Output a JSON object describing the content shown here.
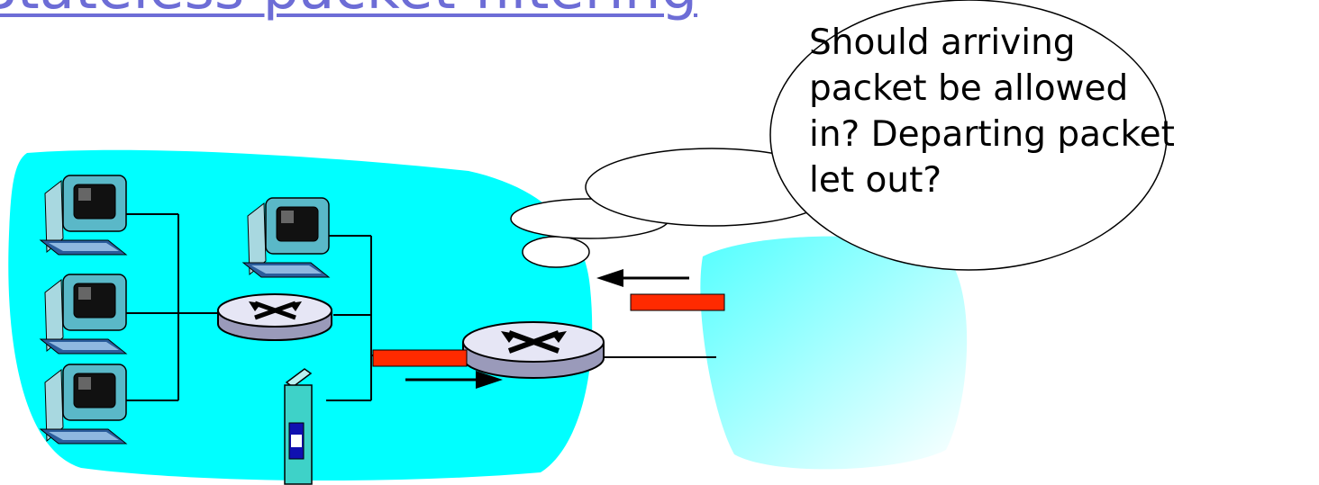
{
  "title": "Stateless packet filtering",
  "callout": {
    "lines": [
      "Should arriving",
      "packet be allowed",
      "in? Departing packet",
      "let out?"
    ]
  },
  "colors": {
    "network_fill": "#00ffff",
    "packet": "#ff2a00",
    "router_fill": "#e6e6f5",
    "title": "#6d6dd6"
  },
  "icons": [
    "workstation-icon",
    "router-icon",
    "firewall-router-icon",
    "server-icon"
  ]
}
